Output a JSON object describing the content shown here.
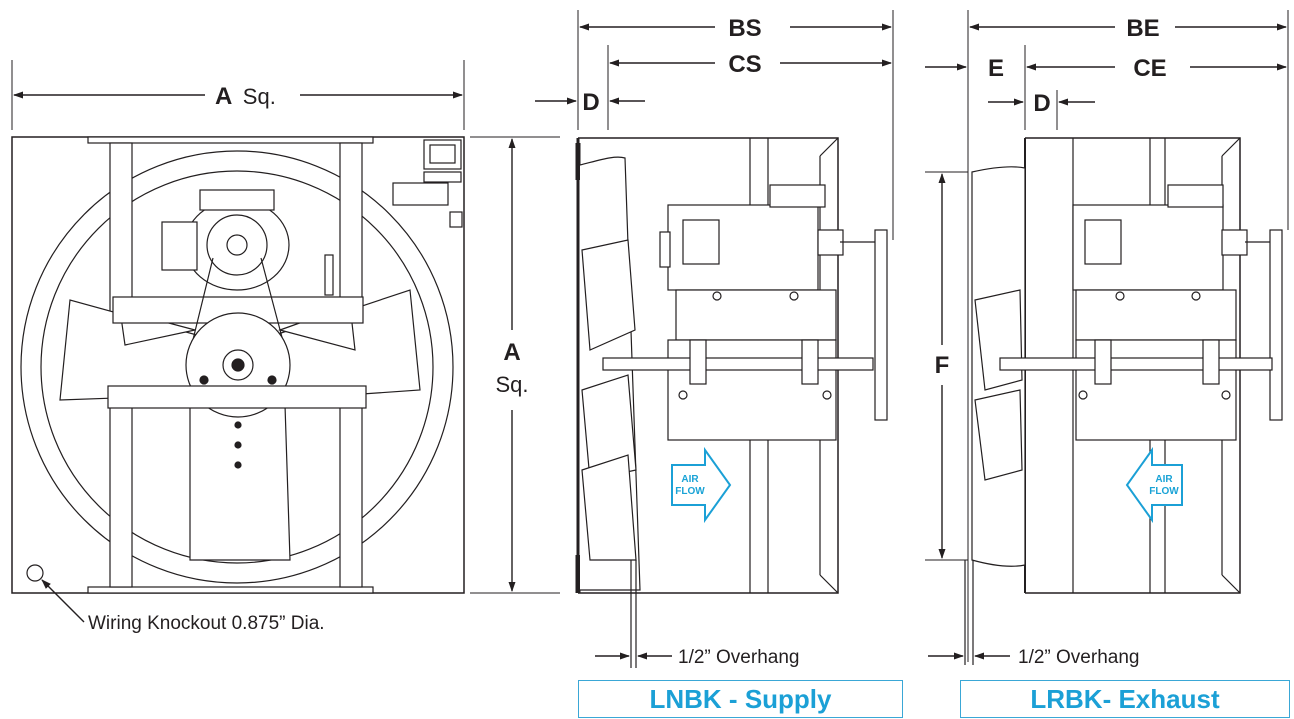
{
  "dimensions": {
    "a_letter": "A",
    "a_unit": "Sq.",
    "bs": "BS",
    "cs": "CS",
    "d": "D",
    "be": "BE",
    "ce": "CE",
    "e": "E",
    "f": "F"
  },
  "notes": {
    "wiring_knockout": "Wiring Knockout 0.875” Dia.",
    "overhang": "1/2” Overhang"
  },
  "airflow": {
    "line1": "AIR",
    "line2": "FLOW"
  },
  "models": {
    "supply": "LNBK - Supply",
    "exhaust": "LRBK- Exhaust"
  },
  "colors": {
    "line": "#231f20",
    "accent": "#1ba0d6"
  }
}
